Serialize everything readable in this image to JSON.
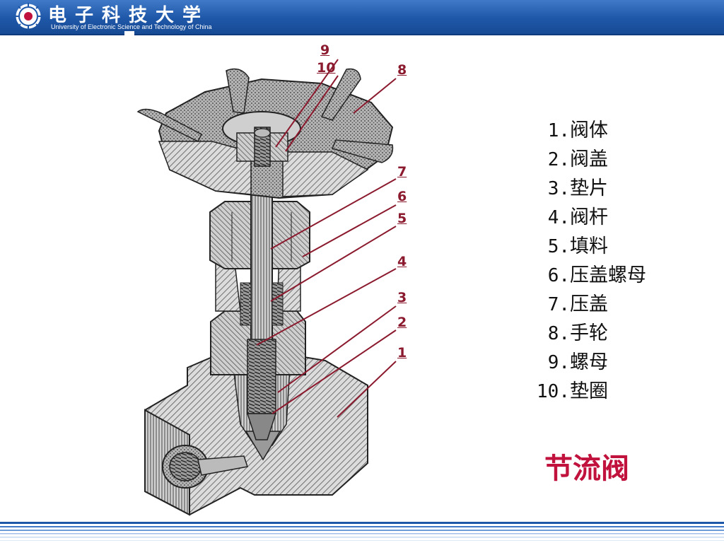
{
  "header": {
    "university_cn": "电子科技大学",
    "university_en": "University of Electronic Science and Technology of China",
    "bar_color": "#1f57a8"
  },
  "callouts": [
    {
      "label": "9"
    },
    {
      "label": "10"
    },
    {
      "label": "8"
    },
    {
      "label": "7"
    },
    {
      "label": "6"
    },
    {
      "label": "5"
    },
    {
      "label": "4"
    },
    {
      "label": "3"
    },
    {
      "label": "2"
    },
    {
      "label": "1"
    }
  ],
  "parts": [
    {
      "num": "1.",
      "name": "阀体"
    },
    {
      "num": "2.",
      "name": "阀盖"
    },
    {
      "num": "3.",
      "name": "垫片"
    },
    {
      "num": "4.",
      "name": "阀杆"
    },
    {
      "num": "5.",
      "name": "填料"
    },
    {
      "num": "6.",
      "name": "压盖螺母"
    },
    {
      "num": "7.",
      "name": "压盖"
    },
    {
      "num": "8.",
      "name": "手轮"
    },
    {
      "num": "9.",
      "name": "螺母"
    },
    {
      "num": "10.",
      "name": "垫圈"
    }
  ],
  "title": "节流阀",
  "colors": {
    "callout": "#8b1a2e",
    "title": "#c0123c"
  }
}
